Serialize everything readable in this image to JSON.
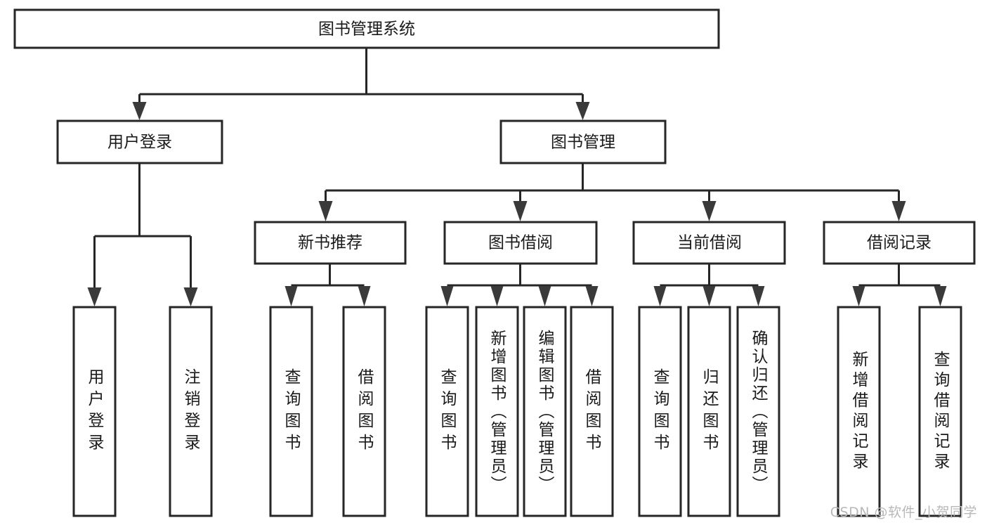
{
  "diagram": {
    "type": "tree-hierarchy",
    "title": "图书管理系统",
    "watermark": "CSDN @软件_小贺同学",
    "colors": {
      "box_stroke": "#262626",
      "box_fill": "#ffffff",
      "connector": "#262626",
      "arrow": "#3a3a3a",
      "text": "#1a1a1a",
      "watermark": "#b8b8b8",
      "background": "#ffffff"
    },
    "levels": [
      {
        "level": 1,
        "nodes": [
          {
            "id": "root",
            "label": "图书管理系统",
            "orientation": "horizontal"
          }
        ]
      },
      {
        "level": 2,
        "nodes": [
          {
            "id": "user-login",
            "label": "用户登录",
            "orientation": "horizontal",
            "parent": "root"
          },
          {
            "id": "book-manage",
            "label": "图书管理",
            "orientation": "horizontal",
            "parent": "root"
          }
        ]
      },
      {
        "level": 3,
        "nodes": [
          {
            "id": "new-book-rec",
            "label": "新书推荐",
            "orientation": "horizontal",
            "parent": "book-manage"
          },
          {
            "id": "book-borrow",
            "label": "图书借阅",
            "orientation": "horizontal",
            "parent": "book-manage"
          },
          {
            "id": "current-borrow",
            "label": "当前借阅",
            "orientation": "horizontal",
            "parent": "book-manage"
          },
          {
            "id": "borrow-record",
            "label": "借阅记录",
            "orientation": "horizontal",
            "parent": "book-manage"
          }
        ]
      },
      {
        "level": 4,
        "nodes": [
          {
            "id": "leaf-user-login",
            "label": "用户登录",
            "orientation": "vertical",
            "parent": "user-login"
          },
          {
            "id": "leaf-user-logout",
            "label": "注销登录",
            "orientation": "vertical",
            "parent": "user-login"
          },
          {
            "id": "leaf-query-book-1",
            "label": "查询图书",
            "orientation": "vertical",
            "parent": "new-book-rec"
          },
          {
            "id": "leaf-borrow-book-1",
            "label": "借阅图书",
            "orientation": "vertical",
            "parent": "new-book-rec"
          },
          {
            "id": "leaf-query-book-2",
            "label": "查询图书",
            "orientation": "vertical",
            "parent": "book-borrow"
          },
          {
            "id": "leaf-add-book",
            "label": "新增图书（管理员）",
            "orientation": "vertical",
            "parent": "book-borrow"
          },
          {
            "id": "leaf-edit-book",
            "label": "编辑图书（管理员）",
            "orientation": "vertical",
            "parent": "book-borrow"
          },
          {
            "id": "leaf-borrow-book-2",
            "label": "借阅图书",
            "orientation": "vertical",
            "parent": "book-borrow"
          },
          {
            "id": "leaf-query-book-3",
            "label": "查询图书",
            "orientation": "vertical",
            "parent": "current-borrow"
          },
          {
            "id": "leaf-return-book",
            "label": "归还图书",
            "orientation": "vertical",
            "parent": "current-borrow"
          },
          {
            "id": "leaf-confirm-return",
            "label": "确认归还（管理员）",
            "orientation": "vertical",
            "parent": "current-borrow"
          },
          {
            "id": "leaf-add-record",
            "label": "新增借阅记录",
            "orientation": "vertical",
            "parent": "borrow-record"
          },
          {
            "id": "leaf-query-record",
            "label": "查询借阅记录",
            "orientation": "vertical",
            "parent": "borrow-record"
          }
        ]
      }
    ]
  }
}
